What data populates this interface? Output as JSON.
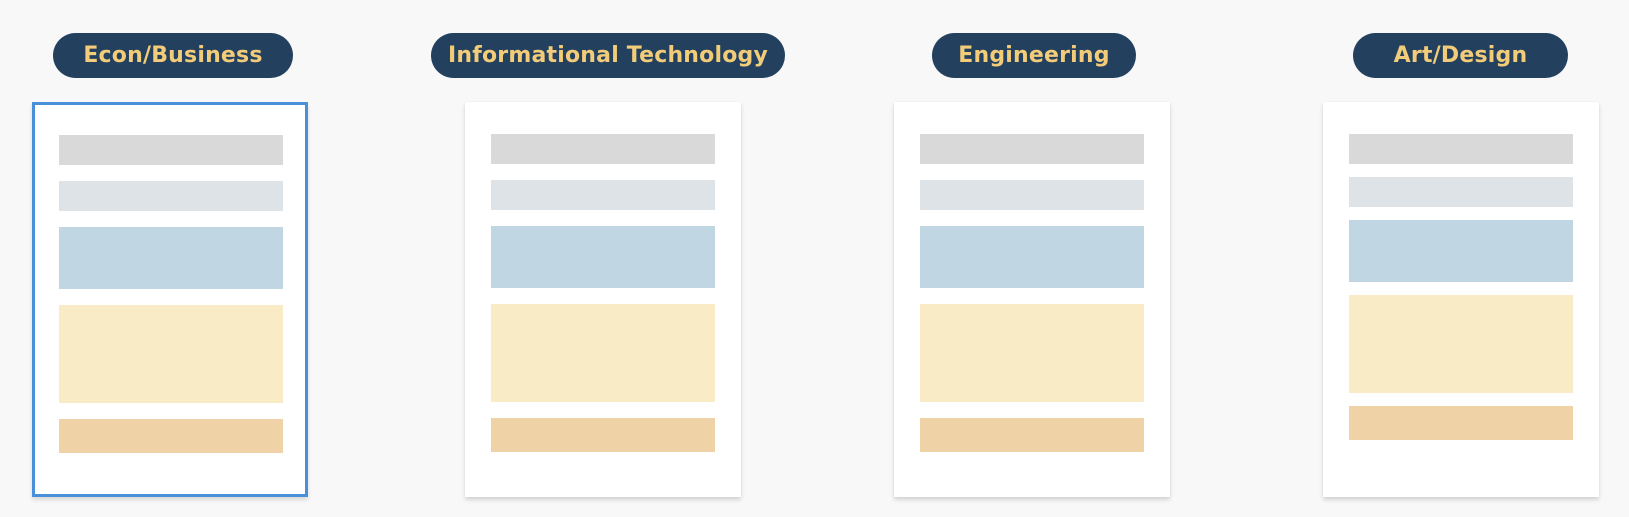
{
  "colors": {
    "background": "#f8f8f8",
    "pill_bg": "#23415f",
    "pill_text": "#f2cc78",
    "selected_border": "#4a90d9",
    "block_header": "#d9d9d9",
    "block_subheader": "#dee3e8",
    "block_info": "#c0d6e2",
    "block_body": "#f9ebc6",
    "block_footer": "#efd3a6"
  },
  "categories": [
    {
      "label": "Econ/Business",
      "selected": true
    },
    {
      "label": "Informational Technology",
      "selected": false
    },
    {
      "label": "Engineering",
      "selected": false
    },
    {
      "label": "Art/Design",
      "selected": false
    }
  ]
}
